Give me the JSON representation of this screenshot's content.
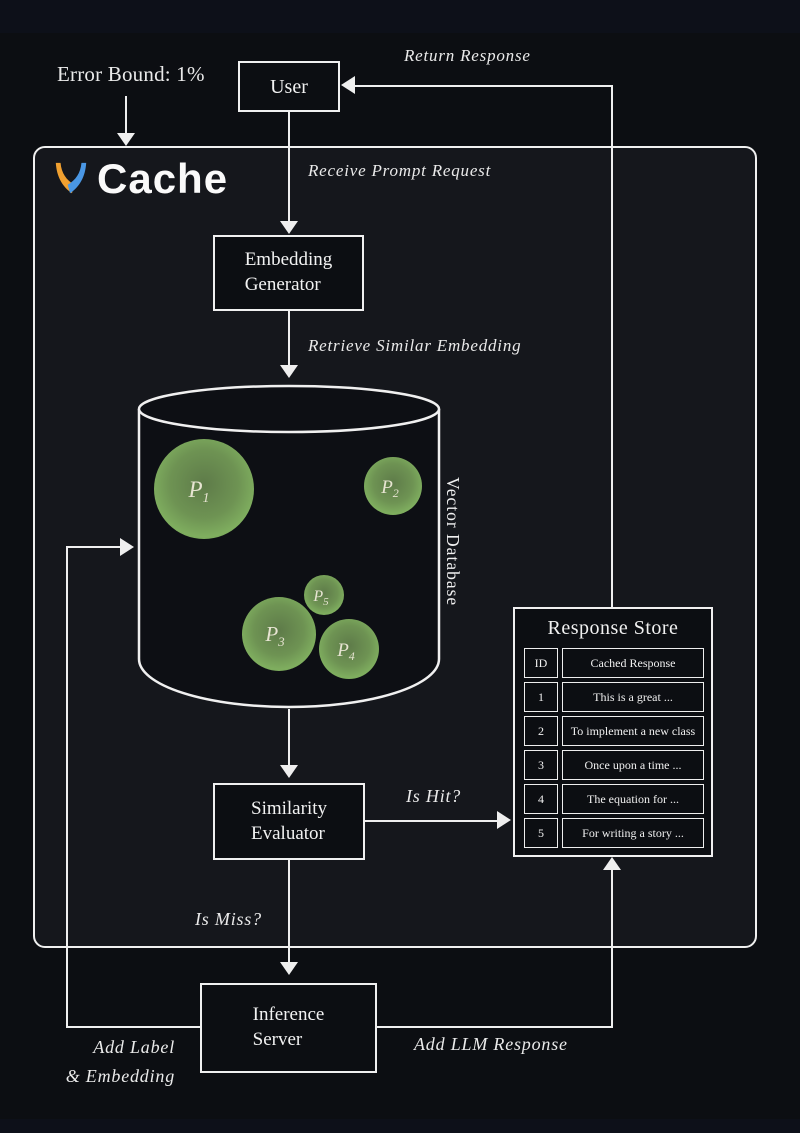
{
  "brand": {
    "logo_text": "Cache",
    "logo_icon": "v-logo",
    "logo_orange": "#f0a030",
    "logo_blue": "#4a97e4"
  },
  "labels": {
    "error_bound": "Error Bound: 1%",
    "return_response": "Return Response",
    "receive_prompt_request": "Receive Prompt Request",
    "retrieve_similar_embedding": "Retrieve Similar Embedding",
    "is_hit": "Is Hit?",
    "is_miss": "Is Miss?",
    "add_label_line1": "Add Label",
    "add_label_line2": "& Embedding",
    "add_llm_response": "Add LLM Response"
  },
  "nodes": {
    "user": "User",
    "embedding_generator_line1": "Embedding",
    "embedding_generator_line2": "Generator",
    "similarity_evaluator_line1": "Similarity",
    "similarity_evaluator_line2": "Evaluator",
    "inference_server_line1": "Inference",
    "inference_server_line2": "Server",
    "vector_database": "Vector Database"
  },
  "vector_points": [
    {
      "label": "P",
      "sub": "1"
    },
    {
      "label": "P",
      "sub": "2"
    },
    {
      "label": "P",
      "sub": "3"
    },
    {
      "label": "P",
      "sub": "4"
    },
    {
      "label": "P",
      "sub": "5"
    }
  ],
  "response_store": {
    "title": "Response Store",
    "columns": [
      "ID",
      "Cached Response"
    ],
    "rows": [
      [
        "1",
        "This is a great ..."
      ],
      [
        "2",
        "To implement a new class"
      ],
      [
        "3",
        "Once upon a time ..."
      ],
      [
        "4",
        "The equation for ..."
      ],
      [
        "5",
        "For writing a story ..."
      ]
    ]
  },
  "colors": {
    "background": "#0c0e12",
    "container_fill": "#15171c",
    "stroke": "#f0f0f0",
    "point_fill_center": "#5e7b49",
    "point_fill_edge": "#7fae5f",
    "point_label": "#e7e4d2"
  }
}
